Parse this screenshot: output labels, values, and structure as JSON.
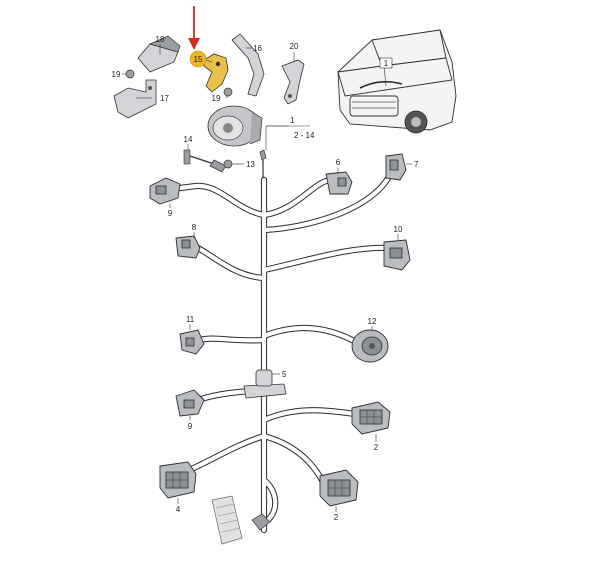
{
  "callouts": {
    "c1": "1",
    "c1_range": "2 - 14",
    "c1_van": "1",
    "c2a": "2",
    "c2b": "2",
    "c4": "4",
    "c5": "5",
    "c6": "6",
    "c7": "7",
    "c8": "8",
    "c9a": "9",
    "c9b": "9",
    "c10": "10",
    "c11": "11",
    "c12": "12",
    "c13": "13",
    "c14": "14",
    "c15": "15",
    "c16": "16",
    "c17": "17",
    "c18": "18",
    "c19a": "19",
    "c19b": "19",
    "c20": "20"
  },
  "colors": {
    "highlight": "#f0b323",
    "arrow": "#d62a20",
    "wire_outline": "#2b2b2b",
    "connector_fill": "#b9bcc0"
  }
}
